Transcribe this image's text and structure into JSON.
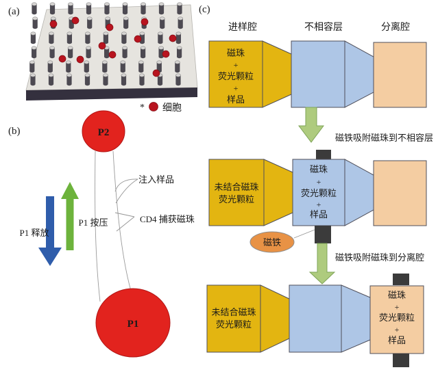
{
  "panel_a": {
    "label": "(a)",
    "legend_asterisk": "*",
    "legend_label": "细胞",
    "cells": [
      [
        78,
        35
      ],
      [
        110,
        30
      ],
      [
        160,
        40
      ],
      [
        211,
        32
      ],
      [
        201,
        57
      ],
      [
        252,
        56
      ],
      [
        149,
        67
      ],
      [
        164,
        80
      ],
      [
        242,
        79
      ],
      [
        91,
        86
      ],
      [
        117,
        87
      ],
      [
        228,
        107
      ]
    ],
    "colors": {
      "platform_top": "#e6e4df",
      "platform_front": "#34303e",
      "pillar_body": "#4d4a52",
      "pillar_top": "#d8d6d4",
      "cell": "#b8141f"
    }
  },
  "panel_b": {
    "label": "(b)",
    "p2_label": "P2",
    "p1_label": "P1",
    "press_label": "P1 按压",
    "release_label": "P1 释放",
    "inject_label": "注入样品",
    "cd4_label": "CD4 捕获磁珠",
    "colors": {
      "pump": "#e2231e",
      "press_arrow": "#6db33c",
      "release_arrow": "#2f5dab",
      "channel": "#9a9a9a"
    }
  },
  "panel_c": {
    "label": "(c)",
    "headers": {
      "inlet": "进样腔",
      "middle": "不相容层",
      "separation": "分离腔"
    },
    "stage1_lines": [
      "磁珠",
      "+",
      "荧光颗粒",
      "+",
      "样品"
    ],
    "step1_label": "磁铁吸附磁珠到不相容层",
    "stage2_inlet": [
      "未结合磁珠",
      "荧光颗粒"
    ],
    "stage2_mid": [
      "磁珠",
      "+",
      "荧光颗粒",
      "+",
      "样品"
    ],
    "magnet_label": "磁铁",
    "step2_label": "磁铁吸附磁珠到分离腔",
    "stage3_inlet": [
      "未结合磁珠",
      "荧光颗粒"
    ],
    "stage3_sep": [
      "磁珠",
      "+",
      "荧光颗粒",
      "+",
      "样品"
    ],
    "colors": {
      "inlet": "#e3b511",
      "middle": "#aec6e6",
      "separation": "#f4cda2",
      "magnet_block": "#3b3b3b",
      "magnet_oval": "#e89245",
      "arrow_fill": "#aecb7e"
    }
  }
}
